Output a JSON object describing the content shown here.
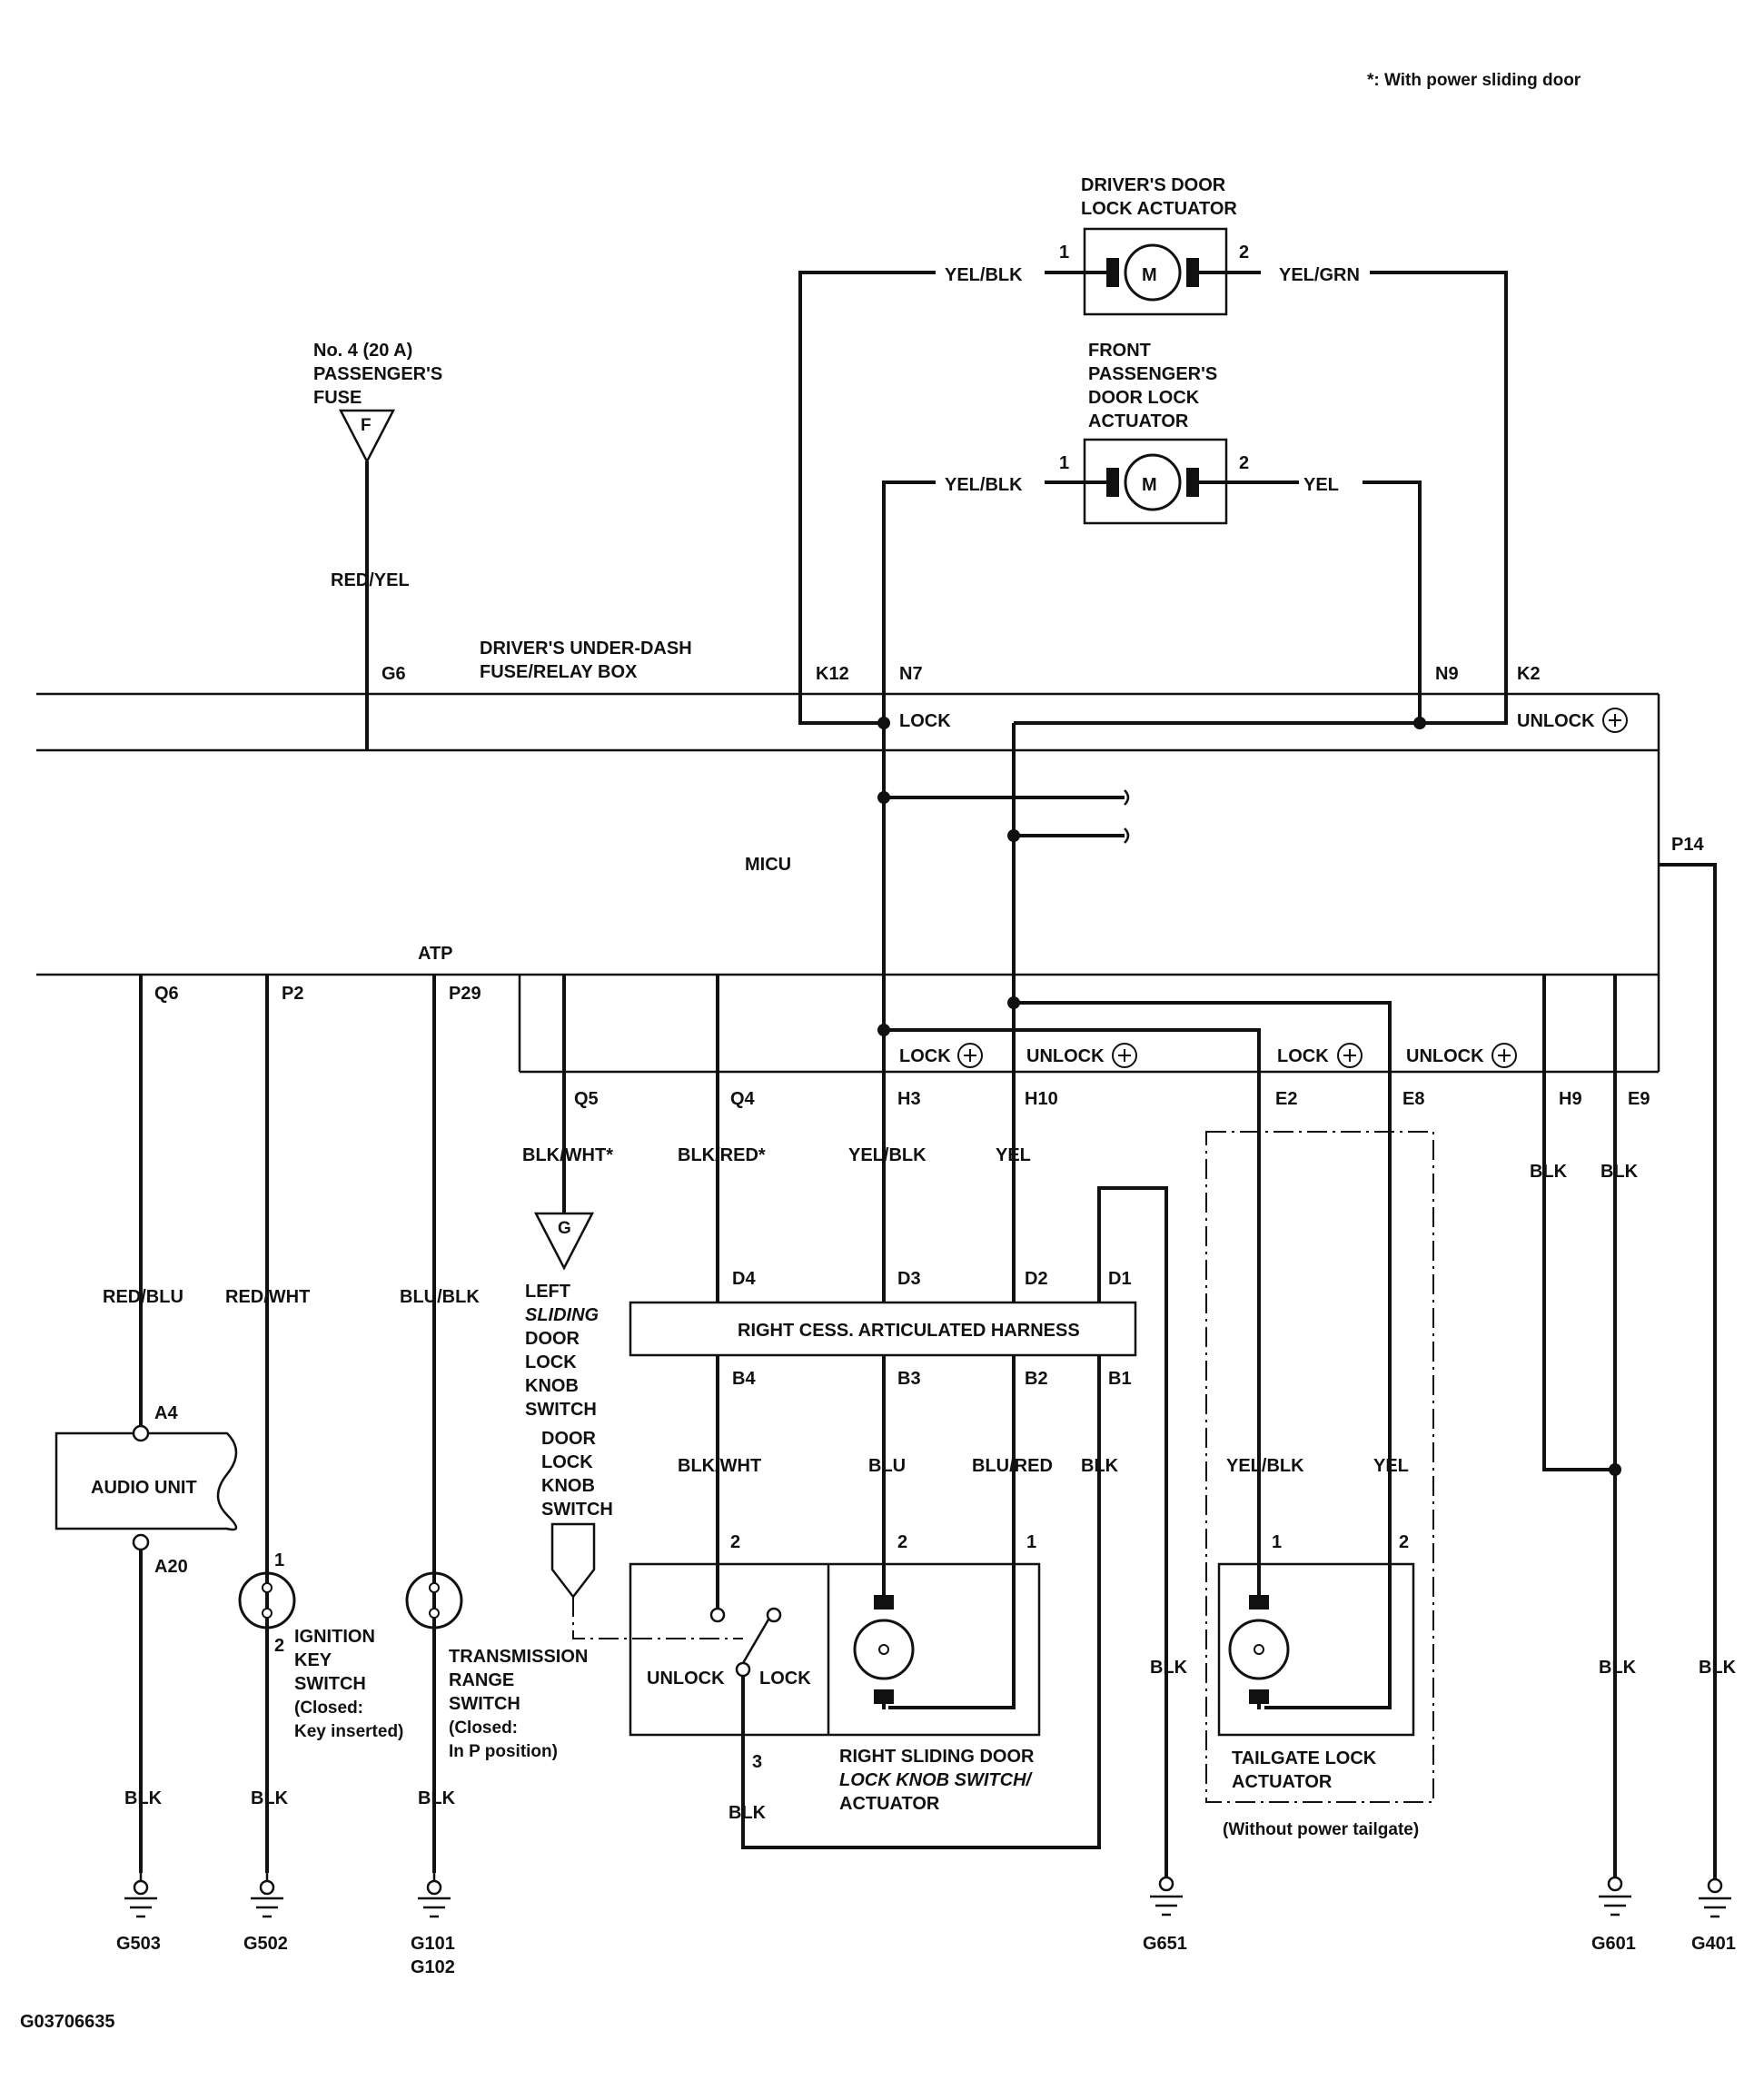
{
  "note": "*: With power sliding door",
  "figure_id": "G03706635",
  "fuse": {
    "line1": "No. 4 (20 A)",
    "line2": "PASSENGER'S",
    "line3": "FUSE",
    "letter": "F",
    "wire": "RED/YEL",
    "terminal": "G6"
  },
  "fuse_box": {
    "line1": "DRIVER'S UNDER-DASH",
    "line2": "FUSE/RELAY BOX"
  },
  "micu": {
    "label": "MICU",
    "atp": "ATP"
  },
  "drivers_actuator": {
    "line1": "DRIVER'S DOOR",
    "line2": "LOCK ACTUATOR",
    "motor": "M",
    "pin1": "1",
    "pin2": "2",
    "wire1": "YEL/BLK",
    "wire2": "YEL/GRN"
  },
  "passenger_actuator": {
    "line1": "FRONT",
    "line2": "PASSENGER'S",
    "line3": "DOOR LOCK",
    "line4": "ACTUATOR",
    "motor": "M",
    "pin1": "1",
    "pin2": "2",
    "wire1": "YEL/BLK",
    "wire2": "YEL"
  },
  "terminals": {
    "k12": "K12",
    "n7": "N7",
    "n9": "N9",
    "k2": "K2",
    "p14": "P14",
    "q6": "Q6",
    "p2": "P2",
    "p29": "P29",
    "q5": "Q5",
    "q4": "Q4",
    "h3": "H3",
    "h10": "H10",
    "e2": "E2",
    "e8": "E8",
    "h9": "H9",
    "e9": "E9"
  },
  "relay_labels": {
    "lock_top": "LOCK",
    "unlock_top": "UNLOCK",
    "lock_1": "LOCK",
    "unlock_1": "UNLOCK",
    "lock_2": "LOCK",
    "unlock_2": "UNLOCK"
  },
  "wires": {
    "q6": "RED/BLU",
    "p2": "RED/WHT",
    "p29": "BLU/BLK",
    "q5": "BLK/WHT*",
    "q4": "BLK/RED*",
    "h3": "YEL/BLK",
    "h10": "YEL",
    "h9": "BLK",
    "e9": "BLK",
    "b4": "BLK/WHT",
    "b3": "BLU",
    "b2": "BLU/RED",
    "b1": "BLK",
    "tail_1": "YEL/BLK",
    "tail_2": "YEL",
    "g651": "BLK",
    "g601": "BLK",
    "g401": "BLK",
    "switch3": "BLK",
    "g503": "BLK",
    "g502": "BLK",
    "g101": "BLK"
  },
  "harness": {
    "label": "RIGHT CESS. ARTICULATED HARNESS",
    "d4": "D4",
    "d3": "D3",
    "d2": "D2",
    "d1": "D1",
    "b4": "B4",
    "b3": "B3",
    "b2": "B2",
    "b1": "B1"
  },
  "left_switch": {
    "letter": "G",
    "line1": "LEFT",
    "line2": "SLIDING",
    "line3": "DOOR",
    "line4": "LOCK",
    "line5": "KNOB",
    "line6": "SWITCH"
  },
  "door_lock_knob": {
    "line1": "DOOR",
    "line2": "LOCK",
    "line3": "KNOB",
    "line4": "SWITCH"
  },
  "audio": {
    "label": "AUDIO UNIT",
    "a4": "A4",
    "a20": "A20"
  },
  "ignition": {
    "pin1": "1",
    "pin2": "2",
    "line1": "IGNITION",
    "line2": "KEY",
    "line3": "SWITCH",
    "line4": "(Closed:",
    "line5": "Key inserted)"
  },
  "transmission": {
    "line1": "TRANSMISSION",
    "line2": "RANGE",
    "line3": "SWITCH",
    "line4": "(Closed:",
    "line5": "In P position)"
  },
  "right_sliding": {
    "unlock": "UNLOCK",
    "lock": "LOCK",
    "pin2a": "2",
    "pin2b": "2",
    "pin1": "1",
    "pin3": "3",
    "line1": "RIGHT SLIDING DOOR",
    "line2": "LOCK KNOB SWITCH/",
    "line3": "ACTUATOR"
  },
  "tailgate": {
    "pin1": "1",
    "pin2": "2",
    "line1": "TAILGATE LOCK",
    "line2": "ACTUATOR",
    "note": "(Without power tailgate)"
  },
  "grounds": {
    "g503": "G503",
    "g502": "G502",
    "g101": "G101",
    "g102": "G102",
    "g651": "G651",
    "g601": "G601",
    "g401": "G401"
  }
}
